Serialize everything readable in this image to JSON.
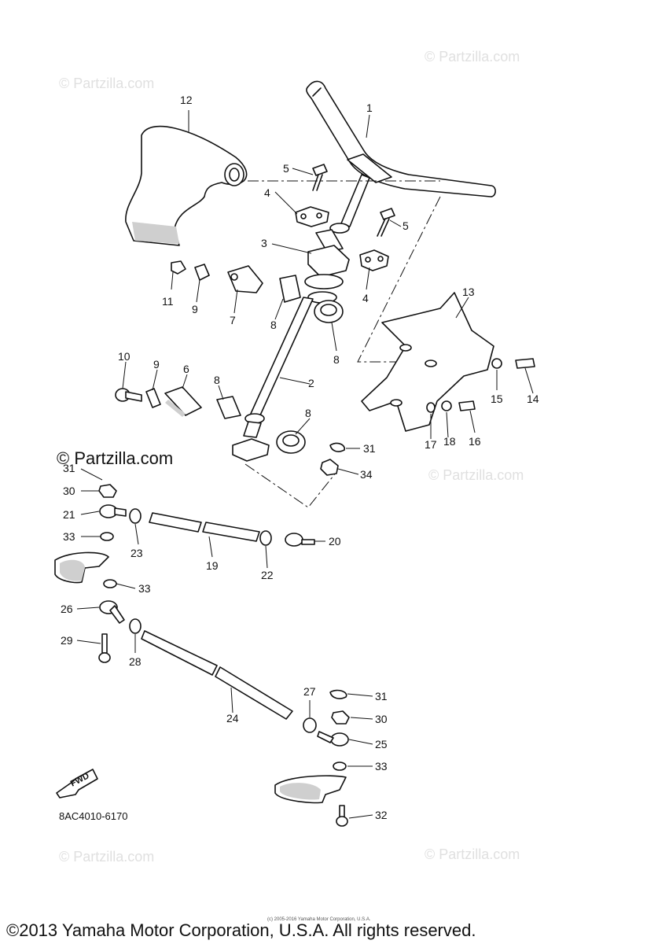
{
  "watermarks": {
    "top_left": "© Partzilla.com",
    "top_right": "© Partzilla.com",
    "mid_right": "© Partzilla.com",
    "mid_left": "© Partzilla.com",
    "bottom_left": "© Partzilla.com",
    "bottom_right": "© Partzilla.com"
  },
  "diagram_code": "8AC4010-6170",
  "fwd_label": "FWD",
  "small_notice": "(c) 2005-2016 Yamaha Motor Corporation, U.S.A.",
  "copyright": "©2013 Yamaha Motor Corporation, U.S.A. All rights reserved.",
  "callouts": {
    "c1": "1",
    "c2": "2",
    "c3": "3",
    "c4a": "4",
    "c4b": "4",
    "c5a": "5",
    "c5b": "5",
    "c6": "6",
    "c7": "7",
    "c8a": "8",
    "c8b": "8",
    "c8c": "8",
    "c8d": "8",
    "c9a": "9",
    "c9b": "9",
    "c10": "10",
    "c11": "11",
    "c12": "12",
    "c13": "13",
    "c14": "14",
    "c15": "15",
    "c16": "16",
    "c17": "17",
    "c18": "18",
    "c19": "19",
    "c20": "20",
    "c21": "21",
    "c22": "22",
    "c23": "23",
    "c24": "24",
    "c25": "25",
    "c26": "26",
    "c27": "27",
    "c28": "28",
    "c29": "29",
    "c30a": "30",
    "c30b": "30",
    "c31a": "31",
    "c31b": "31",
    "c31c": "31",
    "c32": "32",
    "c33a": "33",
    "c33b": "33",
    "c33c": "33",
    "c34": "34"
  }
}
